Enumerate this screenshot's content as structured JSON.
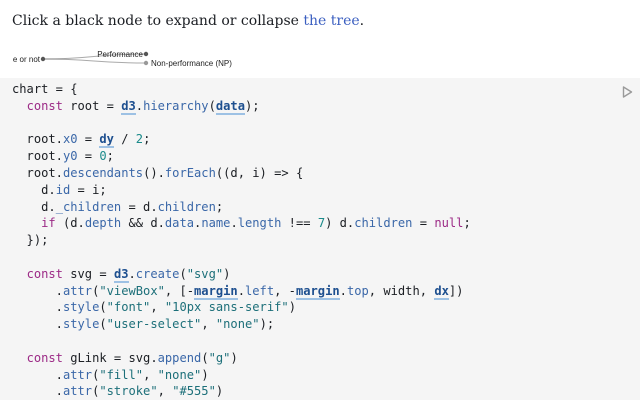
{
  "intro": {
    "prefix": "Click a black node to expand or collapse ",
    "link": "the tree",
    "suffix": "."
  },
  "tree": {
    "root_label": "e or not",
    "child_labels": [
      "Performance",
      "Non-performance (NP)"
    ],
    "node_colors": {
      "expandable": "#555555",
      "leaf": "#999999"
    },
    "link_color": "#555555"
  },
  "code": {
    "run_icon": "play-icon",
    "lines": [
      [
        [
          "chart = {",
          ""
        ]
      ],
      [
        [
          "  ",
          ""
        ],
        [
          "const",
          "kw"
        ],
        [
          " root = ",
          ""
        ],
        [
          "d3",
          "ref"
        ],
        [
          ".",
          ""
        ],
        [
          "hierarchy",
          "prop"
        ],
        [
          "(",
          ""
        ],
        [
          "data",
          "ref"
        ],
        [
          ");",
          ""
        ]
      ],
      [
        [
          "",
          ""
        ]
      ],
      [
        [
          "  root.",
          ""
        ],
        [
          "x0",
          "prop"
        ],
        [
          " = ",
          ""
        ],
        [
          "dy",
          "ref"
        ],
        [
          " / ",
          ""
        ],
        [
          "2",
          "num"
        ],
        [
          ";",
          ""
        ]
      ],
      [
        [
          "  root.",
          ""
        ],
        [
          "y0",
          "prop"
        ],
        [
          " = ",
          ""
        ],
        [
          "0",
          "num"
        ],
        [
          ";",
          ""
        ]
      ],
      [
        [
          "  root.",
          ""
        ],
        [
          "descendants",
          "prop"
        ],
        [
          "().",
          ""
        ],
        [
          "forEach",
          "prop"
        ],
        [
          "((d, i) => {",
          ""
        ]
      ],
      [
        [
          "    d.",
          ""
        ],
        [
          "id",
          "prop"
        ],
        [
          " = i;",
          ""
        ]
      ],
      [
        [
          "    d.",
          ""
        ],
        [
          "_children",
          "prop"
        ],
        [
          " = d.",
          ""
        ],
        [
          "children",
          "prop"
        ],
        [
          ";",
          ""
        ]
      ],
      [
        [
          "    ",
          ""
        ],
        [
          "if",
          "kw"
        ],
        [
          " (d.",
          ""
        ],
        [
          "depth",
          "prop"
        ],
        [
          " && d.",
          ""
        ],
        [
          "data",
          "prop"
        ],
        [
          ".",
          ""
        ],
        [
          "name",
          "prop"
        ],
        [
          ".",
          ""
        ],
        [
          "length",
          "prop"
        ],
        [
          " !== ",
          ""
        ],
        [
          "7",
          "num"
        ],
        [
          ") d.",
          ""
        ],
        [
          "children",
          "prop"
        ],
        [
          " = ",
          ""
        ],
        [
          "null",
          "kw"
        ],
        [
          ";",
          ""
        ]
      ],
      [
        [
          "  });",
          ""
        ]
      ],
      [
        [
          "",
          ""
        ]
      ],
      [
        [
          "  ",
          ""
        ],
        [
          "const",
          "kw"
        ],
        [
          " svg = ",
          ""
        ],
        [
          "d3",
          "ref"
        ],
        [
          ".",
          ""
        ],
        [
          "create",
          "prop"
        ],
        [
          "(",
          ""
        ],
        [
          "\"svg\"",
          "str"
        ],
        [
          ")",
          ""
        ]
      ],
      [
        [
          "      .",
          ""
        ],
        [
          "attr",
          "prop"
        ],
        [
          "(",
          ""
        ],
        [
          "\"viewBox\"",
          "str"
        ],
        [
          ", [-",
          ""
        ],
        [
          "margin",
          "ref"
        ],
        [
          ".",
          ""
        ],
        [
          "left",
          "prop"
        ],
        [
          ", -",
          ""
        ],
        [
          "margin",
          "ref"
        ],
        [
          ".",
          ""
        ],
        [
          "top",
          "prop"
        ],
        [
          ", width, ",
          ""
        ],
        [
          "dx",
          "ref"
        ],
        [
          "])",
          ""
        ]
      ],
      [
        [
          "      .",
          ""
        ],
        [
          "style",
          "prop"
        ],
        [
          "(",
          ""
        ],
        [
          "\"font\"",
          "str"
        ],
        [
          ", ",
          ""
        ],
        [
          "\"10px sans-serif\"",
          "str"
        ],
        [
          ")",
          ""
        ]
      ],
      [
        [
          "      .",
          ""
        ],
        [
          "style",
          "prop"
        ],
        [
          "(",
          ""
        ],
        [
          "\"user-select\"",
          "str"
        ],
        [
          ", ",
          ""
        ],
        [
          "\"none\"",
          "str"
        ],
        [
          ");",
          ""
        ]
      ],
      [
        [
          "",
          ""
        ]
      ],
      [
        [
          "  ",
          ""
        ],
        [
          "const",
          "kw"
        ],
        [
          " gLink = svg.",
          ""
        ],
        [
          "append",
          "prop"
        ],
        [
          "(",
          ""
        ],
        [
          "\"g\"",
          "str"
        ],
        [
          ")",
          ""
        ]
      ],
      [
        [
          "      .",
          ""
        ],
        [
          "attr",
          "prop"
        ],
        [
          "(",
          ""
        ],
        [
          "\"fill\"",
          "str"
        ],
        [
          ", ",
          ""
        ],
        [
          "\"none\"",
          "str"
        ],
        [
          ")",
          ""
        ]
      ],
      [
        [
          "      .",
          ""
        ],
        [
          "attr",
          "prop"
        ],
        [
          "(",
          ""
        ],
        [
          "\"stroke\"",
          "str"
        ],
        [
          ", ",
          ""
        ],
        [
          "\"#555\"",
          "str"
        ],
        [
          ")",
          ""
        ]
      ]
    ]
  }
}
